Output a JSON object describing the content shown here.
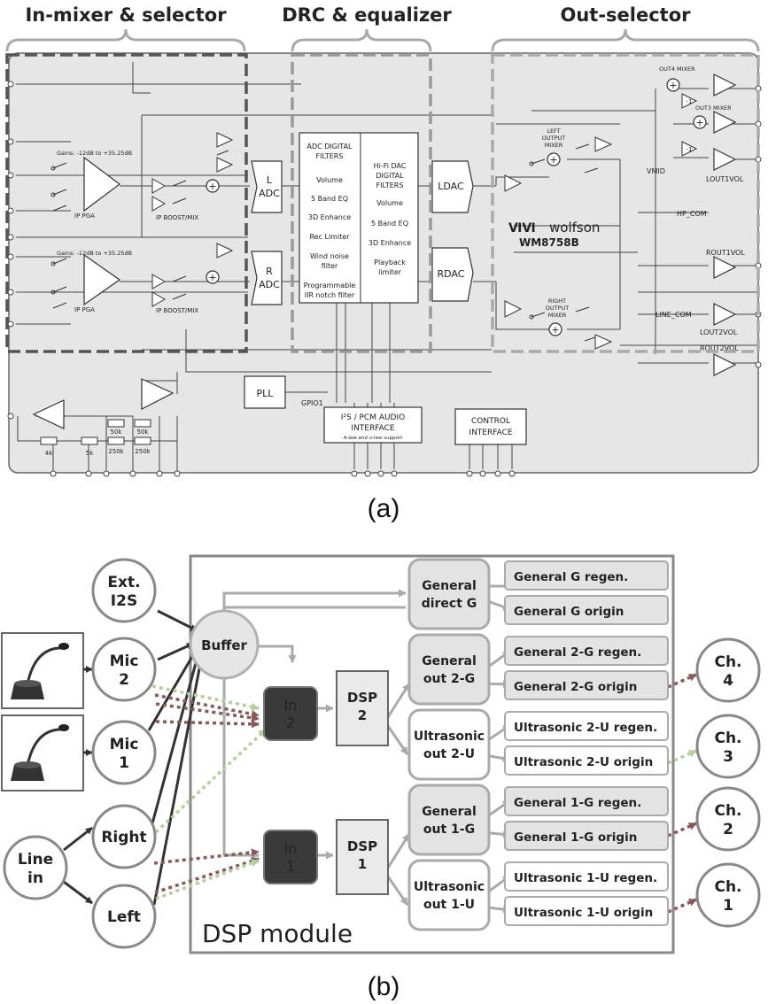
{
  "panel_a": {
    "caption": "(a)",
    "sections": {
      "in_mixer": "In-mixer & selector",
      "drc_eq": "DRC & equalizer",
      "out_selector": "Out-selector"
    },
    "pga_top": {
      "gains": "Gains: -12dB to +35.25dB",
      "label": "IP PGA",
      "boost": "IP BOOST/MIX"
    },
    "pga_bottom": {
      "gains": "Gains: -12dB to +35.25dB",
      "label": "IP PGA",
      "boost": "IP BOOST/MIX"
    },
    "l_adc": [
      "L",
      "ADC"
    ],
    "r_adc": [
      "R",
      "ADC"
    ],
    "adc_filters": [
      "ADC DIGITAL",
      "FILTERS",
      "Volume",
      "5 Band EQ",
      "3D Enhance",
      "Rec Limiter",
      "Wind noise",
      "filter",
      "Programmable",
      "IIR notch filter"
    ],
    "dac_filters": [
      "Hi-Fi DAC",
      "DIGITAL",
      "FILTERS",
      "Volume",
      "5 Band EQ",
      "3D Enhance",
      "Playback",
      "limiter"
    ],
    "ldac": "LDAC",
    "rdac": "RDAC",
    "brand": {
      "logo": "wolfson",
      "part": "WM8758B"
    },
    "mixers": {
      "out4": "OUT4 MIXER",
      "out3": "OUT3 MIXER",
      "left": [
        "LEFT",
        "OUTPUT",
        "MIXER"
      ],
      "right": [
        "RIGHT",
        "OUTPUT",
        "MIXER"
      ],
      "minus1a": "-1",
      "minus1b": "-1",
      "plus": "+"
    },
    "outputs": {
      "vmid": "VMID",
      "hp_com": "HP_COM",
      "lout1": "LOUT1VOL",
      "rout1": "ROUT1VOL",
      "line_com": "LINE_COM",
      "lout2": "LOUT2VOL",
      "rout2": "ROUT2VOL"
    },
    "pll": "PLL",
    "gpio": "GPIO1",
    "audio_if": {
      "line1": "I²S / PCM AUDIO",
      "line2": "INTERFACE",
      "note": "A-law and u-law support"
    },
    "control_if": {
      "line1": "CONTROL",
      "line2": "INTERFACE"
    },
    "resistors": [
      "4k",
      "5k",
      "50k",
      "50k",
      "250k",
      "250k"
    ]
  },
  "panel_b": {
    "caption": "(b)",
    "module_label": "DSP module",
    "sources": {
      "ext_i2s": [
        "Ext.",
        "I2S"
      ],
      "mic2": [
        "Mic",
        "2"
      ],
      "mic1": [
        "Mic",
        "1"
      ],
      "right": "Right",
      "left": "Left",
      "line_in": [
        "Line",
        "in"
      ],
      "buffer": "Buffer"
    },
    "inputs": {
      "in2": [
        "In",
        "2"
      ],
      "in1": [
        "In",
        "1"
      ]
    },
    "dsps": {
      "dsp2": [
        "DSP",
        "2"
      ],
      "dsp1": [
        "DSP",
        "1"
      ]
    },
    "routers": {
      "general_direct": [
        "General",
        "direct G"
      ],
      "general_2g": [
        "General",
        "out 2-G"
      ],
      "ultra_2u": [
        "Ultrasonic",
        "out 2-U"
      ],
      "general_1g": [
        "General",
        "out 1-G"
      ],
      "ultra_1u": [
        "Ultrasonic",
        "out 1-U"
      ]
    },
    "outputs": [
      "General G regen.",
      "General G origin",
      "General 2-G regen.",
      "General 2-G origin",
      "Ultrasonic 2-U regen.",
      "Ultrasonic 2-U origin",
      "General 1-G regen.",
      "General 1-G origin",
      "Ultrasonic 1-U regen.",
      "Ultrasonic 1-U origin"
    ],
    "channels": {
      "ch4": [
        "Ch.",
        "4"
      ],
      "ch3": [
        "Ch.",
        "3"
      ],
      "ch2": [
        "Ch.",
        "2"
      ],
      "ch1": [
        "Ch.",
        "1"
      ]
    }
  }
}
